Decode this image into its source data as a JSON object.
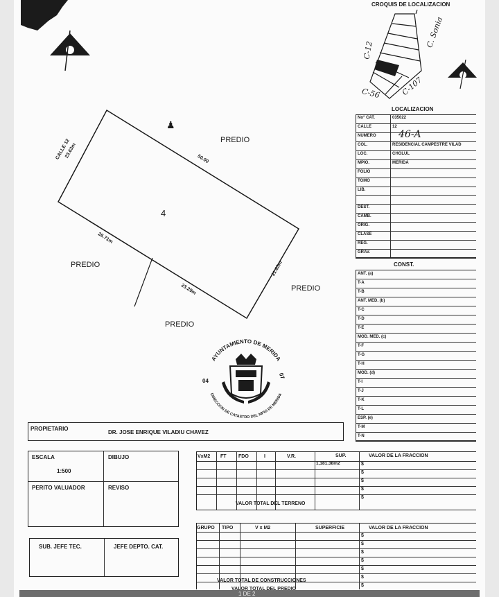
{
  "header": {
    "croquis_title": "CROQUIS DE LOCALIZACION"
  },
  "croquis": {
    "street_labels": [
      "C-12",
      "C. Sonia",
      "C-56",
      "C-107"
    ]
  },
  "plot": {
    "lot_number": "4",
    "dimensions": {
      "calle": "CALLE 12",
      "north_east": "50.00",
      "left": "23.63m",
      "bottom_left": "26.71m",
      "bottom": "23.29m",
      "right": "21.83m"
    },
    "neighbors": {
      "top": "PREDIO",
      "left": "PREDIO",
      "right": "PREDIO",
      "bottom": "PREDIO"
    }
  },
  "seal": {
    "top_text": "AYUNTAMIENTO DE MERIDA",
    "bottom_text": "DIRECCION DE CATASTRO DEL MPIO DE MERIDA",
    "left_num": "04",
    "right_num": "07"
  },
  "localizacion": {
    "title": "LOCALIZACION",
    "rows": [
      {
        "label": "No° CAT.",
        "value": "035022"
      },
      {
        "label": "CALLE",
        "value": "12"
      },
      {
        "label": "NUMERO",
        "value": "46-A"
      },
      {
        "label": "COL.",
        "value": "RESIDENCIAL CAMPESTRE VILAD"
      },
      {
        "label": "LOC.",
        "value": "CHOLUL"
      },
      {
        "label": "MPIO.",
        "value": "MERIDA"
      },
      {
        "label": "FOLIO",
        "value": ""
      },
      {
        "label": "TOMO",
        "value": ""
      },
      {
        "label": "LIB.",
        "value": ""
      },
      {
        "label": "",
        "value": ""
      },
      {
        "label": "DEST.",
        "value": ""
      },
      {
        "label": "CAMB.",
        "value": ""
      },
      {
        "label": "ORIG.",
        "value": ""
      },
      {
        "label": "CLASE",
        "value": ""
      },
      {
        "label": "REG.",
        "value": ""
      },
      {
        "label": "GRAV.",
        "value": ""
      }
    ]
  },
  "const": {
    "title": "CONST.",
    "rows": [
      "ANT. (a)",
      "T-A",
      "T-B",
      "ANT. MED. (b)",
      "T-C",
      "T-D",
      "T-E",
      "MOD. MED. (c)",
      "T-F",
      "T-G",
      "T-H",
      "MOD. (d)",
      "T-I",
      "T-J",
      "T-K",
      "T-L",
      "ESP. (e)",
      "T-M",
      "T-N"
    ]
  },
  "propietario": {
    "label": "PROPIETARIO",
    "value": "DR. JOSE ENRIQUE VILADIU CHAVEZ"
  },
  "escala": {
    "label": "ESCALA",
    "value": "1:500",
    "dibujo_label": "DIBUJO",
    "perito_label": "PERITO VALUADOR",
    "reviso_label": "REVISO"
  },
  "firmas": {
    "sub_jefe": "SUB. JEFE TEC.",
    "jefe_depto": "JEFE DEPTO. CAT."
  },
  "terreno": {
    "headers": [
      "VxM2",
      "FT",
      "FDO",
      "I",
      "V.R.",
      "SUP.",
      "VALOR DE LA FRACCION"
    ],
    "superficie": "1,181.38m2",
    "dollar": "$",
    "total_label": "VALOR TOTAL DEL TERRENO"
  },
  "construcciones": {
    "headers": [
      "GRUPO",
      "TIPO",
      "V x M2",
      "SUPERFICIE",
      "VALOR DE LA FRACCION"
    ],
    "dollar": "$",
    "total_label": "VALOR TOTAL DE CONSTRUCCIONES",
    "predio_label": "VALOR TOTAL DEL PREDIO"
  },
  "footer": {
    "page": "1 DE 2"
  }
}
